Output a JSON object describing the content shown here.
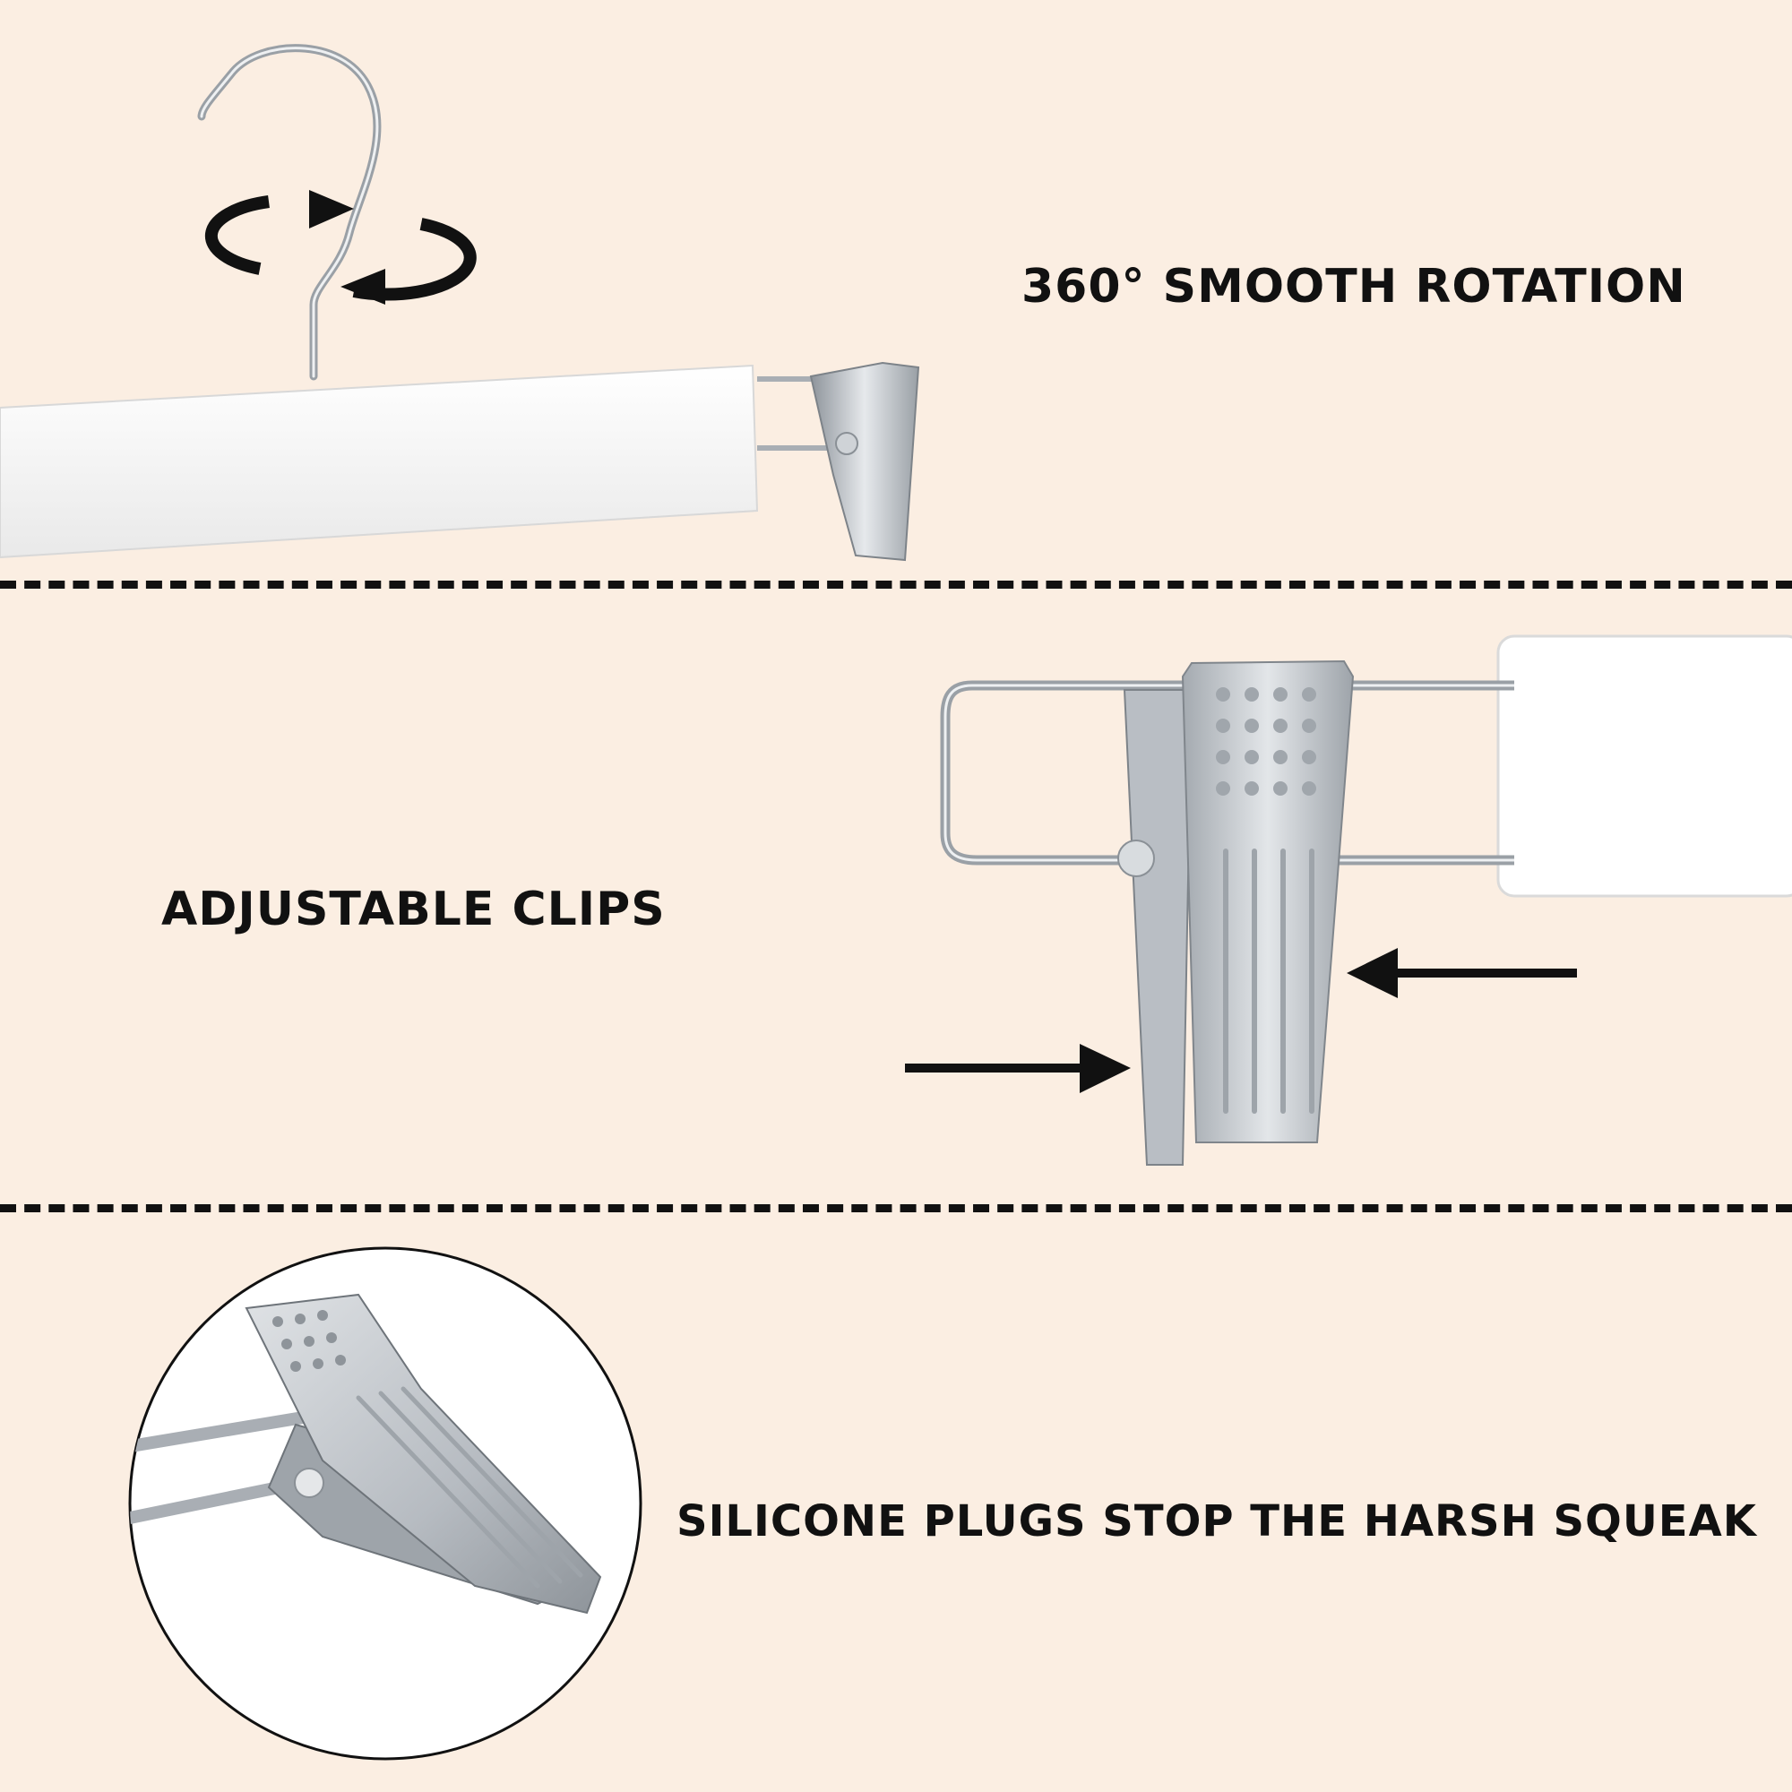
{
  "features": {
    "rotation": {
      "label": "360° SMOOTH ROTATION"
    },
    "clips": {
      "label": "ADJUSTABLE CLIPS"
    },
    "plugs": {
      "label": "SILICONE PLUGS STOP THE HARSH SQUEAK"
    }
  },
  "colors": {
    "background": "#fbeee2",
    "text": "#111111",
    "divider": "#111111",
    "hanger_white": "#ffffff",
    "metal": "#c8ccd1"
  },
  "icons": [
    "rotation-arrows-icon",
    "squeeze-arrow-left-icon",
    "squeeze-arrow-right-icon"
  ]
}
